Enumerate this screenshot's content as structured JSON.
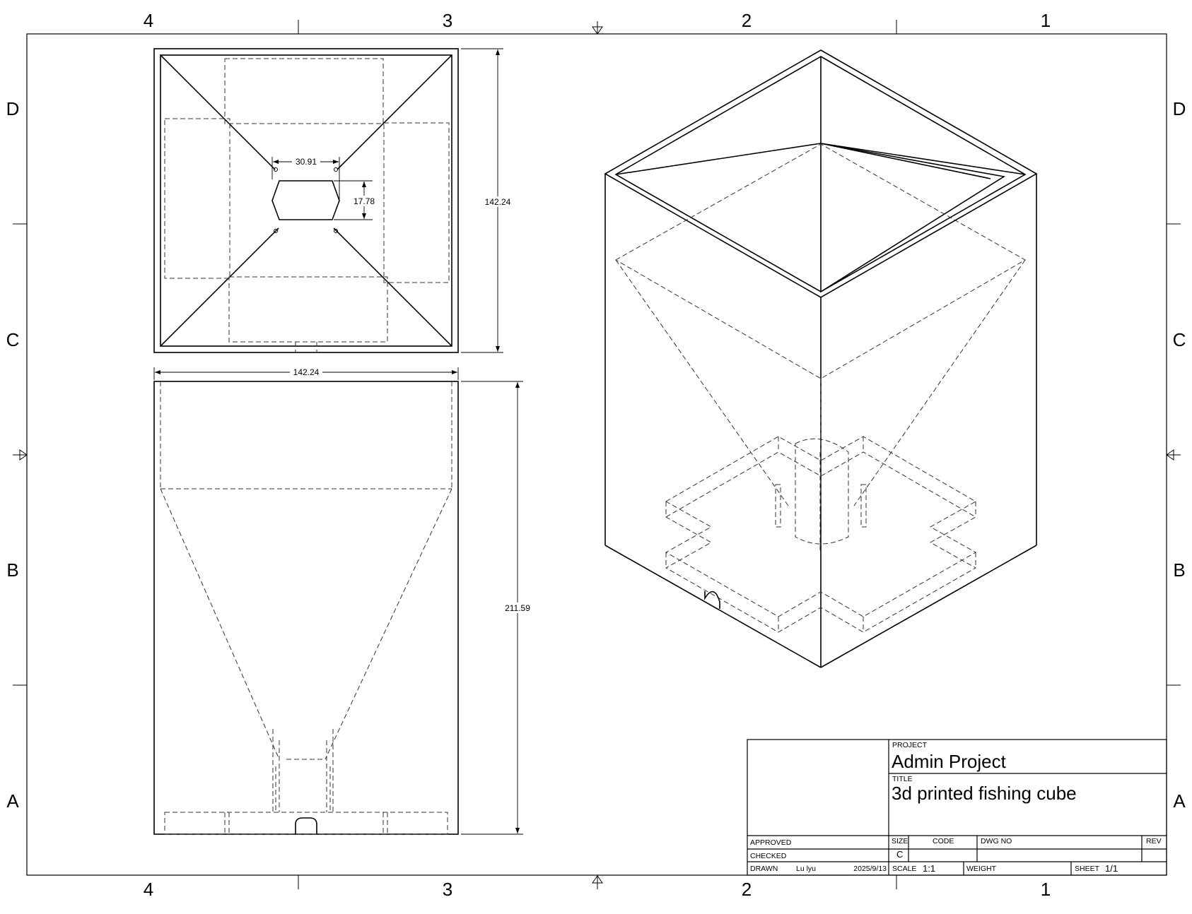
{
  "zones": {
    "columns": [
      "4",
      "3",
      "2",
      "1"
    ],
    "rows": [
      "D",
      "C",
      "B",
      "A"
    ]
  },
  "dimensions": {
    "slot_width": "30.91",
    "slot_height": "17.78",
    "top_view_depth": "142.24",
    "width": "142.24",
    "height": "211.59"
  },
  "title_block": {
    "project_label": "PROJECT",
    "project": "Admin Project",
    "title_label": "TITLE",
    "title": "3d printed fishing cube",
    "approved_label": "APPROVED",
    "checked_label": "CHECKED",
    "drawn_label": "DRAWN",
    "drawn_by": "Lu lyu",
    "drawn_date": "2025/9/13",
    "size_label": "SIZE",
    "size": "C",
    "code_label": "CODE",
    "dwg_no_label": "DWG NO",
    "rev_label": "REV",
    "scale_label": "SCALE",
    "scale": "1:1",
    "weight_label": "WEIGHT",
    "sheet_label": "SHEET",
    "sheet": "1/1"
  }
}
